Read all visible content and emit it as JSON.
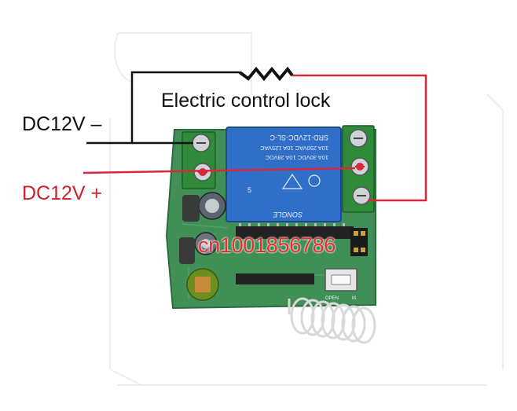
{
  "labels": {
    "lock": "Electric control lock",
    "dc_negative": "DC12V –",
    "dc_positive": "DC12V +",
    "watermark": "cn1001856786"
  },
  "relay": {
    "line1": "SRD-12VDC-SL-C",
    "line2": "10A 250VAC  10A 125VAC",
    "line3": "10A 30VDC  10A 28VDC",
    "brand": "SONGLE",
    "pin": "5"
  },
  "board": {
    "silk_open": "OPEN",
    "silk_m": "M"
  },
  "colors": {
    "pcb": "#3f8f57",
    "relay": "#2f6fc8",
    "terminal": "#2f8a3a",
    "wire_black": "#111111",
    "wire_red": "#d8283a",
    "label_red": "#cc1e2c"
  }
}
